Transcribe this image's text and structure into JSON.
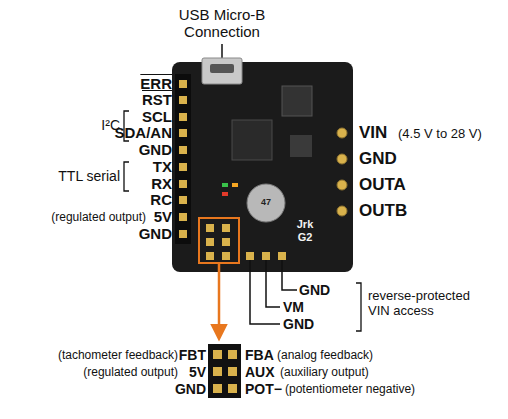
{
  "diagram": {
    "labels": [
      "USB Micro-B Connection",
      "ERR",
      "RST",
      "SCL",
      "SDA/AN",
      "GND",
      "TX",
      "RX",
      "RC",
      "(regulated output)",
      "5V",
      "GND",
      "I²C",
      "TTL serial",
      "VIN",
      "(4.5 V to 28 V)",
      "GND",
      "OUTA",
      "OUTB",
      "GND",
      "VM",
      "GND",
      "reverse-protected VIN access",
      "(tachometer feedback)",
      "FBT",
      "(regulated output)",
      "5V",
      "GND",
      "FBA",
      "(analog feedback)",
      "AUX",
      "(auxiliary output)",
      "POT−",
      "(potentiometer negative)",
      "Jrk G2",
      "47"
    ]
  }
}
